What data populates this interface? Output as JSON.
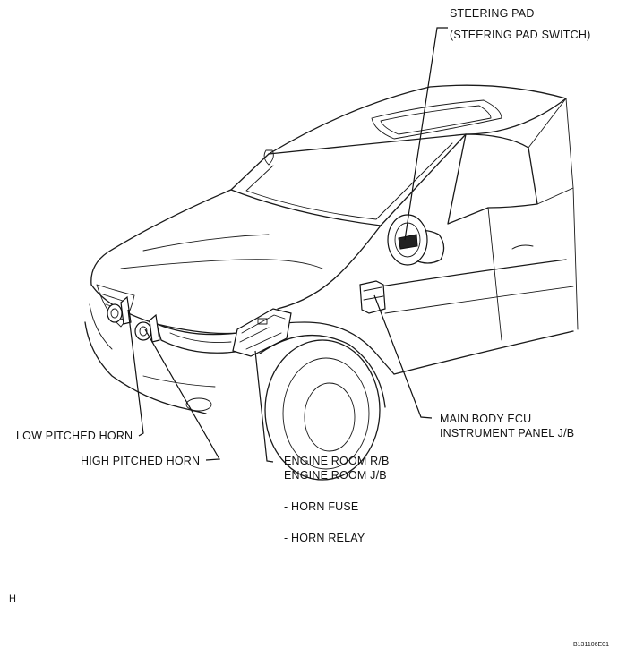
{
  "labels": {
    "steering_pad": "STEERING PAD",
    "steering_pad_switch": "(STEERING PAD SWITCH)",
    "low_pitched_horn": "LOW PITCHED HORN",
    "high_pitched_horn": "HIGH PITCHED HORN",
    "engine_room_rb": "ENGINE ROOM R/B",
    "engine_room_jb": "ENGINE ROOM J/B",
    "main_body_ecu": "MAIN BODY ECU",
    "instrument_panel_jb": "INSTRUMENT PANEL J/B",
    "horn_fuse": "- HORN FUSE",
    "horn_relay": "- HORN RELAY"
  },
  "page_marker": "H",
  "figure_code": "B131106E01"
}
